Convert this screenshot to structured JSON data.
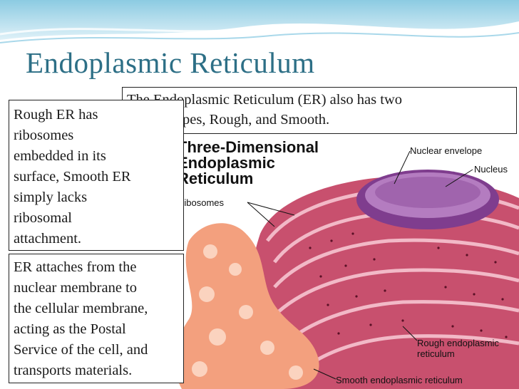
{
  "slide": {
    "title": "Endoplasmic Reticulum",
    "intro_lines": [
      "The Endoplasmic Reticulum (ER) also has two",
      "similar types, Rough, and Smooth."
    ],
    "rough_lines": [
      "Rough ER has",
      "ribosomes",
      "embedded in its",
      "surface, Smooth ER",
      "simply lacks",
      "ribosomal",
      "attachment."
    ],
    "er_lines": [
      "ER attaches from the",
      "nuclear membrane to",
      "the cellular membrane,",
      "acting as the Postal",
      "Service of the cell, and",
      "transports materials."
    ]
  },
  "diagram": {
    "heading_lines": [
      "Three-Dimensional",
      "Endoplasmic",
      "Reticulum"
    ],
    "labels": {
      "ribosomes": "Ribosomes",
      "nuclear_envelope": "Nuclear envelope",
      "nucleus": "Nucleus",
      "rough_er_line1": "Rough endoplasmic",
      "rough_er_line2": "reticulum",
      "smooth_er": "Smooth endoplasmic reticulum"
    }
  },
  "colors": {
    "title": "#2d6f86",
    "wave_light": "#bfe3f0",
    "wave_mid": "#7fc4de",
    "rough_er": "#c8506e",
    "nucleus": "#9a5aa6",
    "smooth_er": "#f3a07e"
  }
}
